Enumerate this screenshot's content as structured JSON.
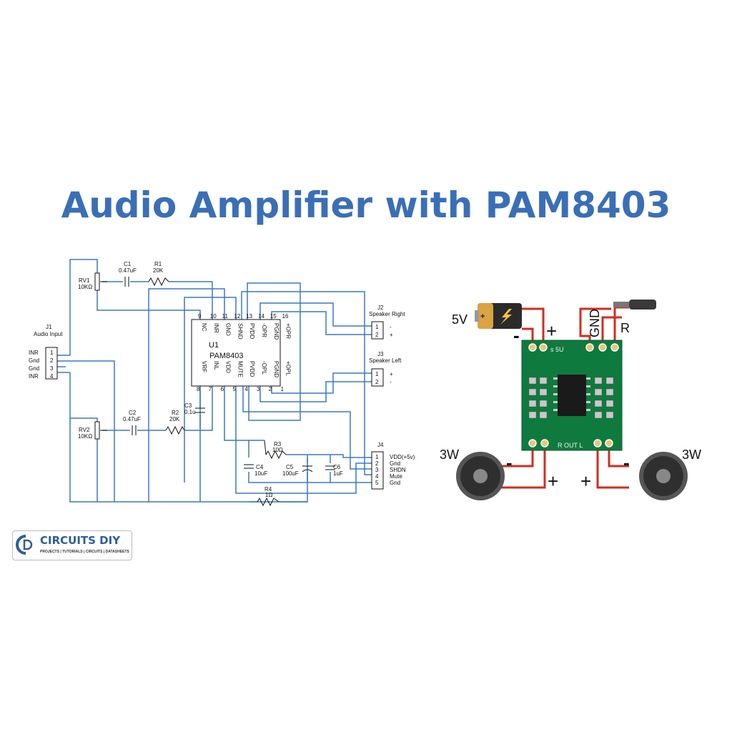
{
  "title": "Audio Amplifier with PAM8403",
  "schematic": {
    "ic_ref": "U1",
    "ic_name": "PAM8403",
    "top_pins": [
      {
        "num": "9",
        "name": "NC"
      },
      {
        "num": "10",
        "name": "INR"
      },
      {
        "num": "11",
        "name": "GND"
      },
      {
        "num": "12",
        "name": "SHND"
      },
      {
        "num": "13",
        "name": "PVDD"
      },
      {
        "num": "14",
        "name": "-OPR"
      },
      {
        "num": "15",
        "name": "PGND"
      },
      {
        "num": "16",
        "name": "+OPR"
      }
    ],
    "bottom_pins": [
      {
        "num": "8",
        "name": "VRF"
      },
      {
        "num": "7",
        "name": "INL"
      },
      {
        "num": "6",
        "name": "VDD"
      },
      {
        "num": "5",
        "name": "MUTE"
      },
      {
        "num": "4",
        "name": "PVDD"
      },
      {
        "num": "3",
        "name": "-OPL"
      },
      {
        "num": "2",
        "name": "PGND"
      },
      {
        "num": "1",
        "name": "+OPL"
      }
    ],
    "j1": {
      "ref": "J1",
      "label": "Audio Input",
      "pins": [
        "1",
        "2",
        "3",
        "4"
      ],
      "signals": [
        "INR",
        "Gnd",
        "Gnd",
        "INR"
      ]
    },
    "j2": {
      "ref": "J2",
      "label": "Speaker Right",
      "pins": [
        "1",
        "2"
      ],
      "signals": [
        "-",
        "+"
      ]
    },
    "j3": {
      "ref": "J3",
      "label": "Speaker Left",
      "pins": [
        "1",
        "2"
      ],
      "signals": [
        "+",
        "-"
      ]
    },
    "j4": {
      "ref": "J4",
      "pins": [
        "1",
        "2",
        "3",
        "4",
        "5"
      ],
      "signals": [
        "VDD(+5v)",
        "Gnd",
        "SHDN",
        "Mute",
        "Gnd"
      ]
    },
    "rv1": {
      "ref": "RV1",
      "value": "10KΩ"
    },
    "rv2": {
      "ref": "RV2",
      "value": "10KΩ"
    },
    "c1": {
      "ref": "C1",
      "value": "0.47uF"
    },
    "c2": {
      "ref": "C2",
      "value": "0.47uF"
    },
    "c3": {
      "ref": "C3",
      "value": "0.1u"
    },
    "c4": {
      "ref": "C4",
      "value": "10uF"
    },
    "c5": {
      "ref": "C5",
      "value": "100uF"
    },
    "c6": {
      "ref": "C6",
      "value": "1uF"
    },
    "r1": {
      "ref": "R1",
      "value": "20K"
    },
    "r2": {
      "ref": "R2",
      "value": "20K"
    },
    "r3": {
      "ref": "R3",
      "value": "10Ω"
    },
    "r4": {
      "ref": "R4",
      "value": "1Ω"
    }
  },
  "wiring": {
    "supply_label": "5V",
    "gnd_label": "GND",
    "r_label": "R",
    "minus": "-",
    "plus": "+",
    "speaker_left_power": "3W",
    "speaker_right_power": "3W",
    "board_top_text": "s 5U",
    "board_bottom_text": "R OUT L",
    "colors": {
      "wire": "#d62b1e",
      "board": "#0f7a3e",
      "title": "#3a6fb7",
      "schematic_wire": "#3a78c9"
    }
  },
  "logo": {
    "name": "CIRCUITS DIY",
    "tagline": "PROJECTS | TUTORIALS | CIRCUITS | DATASHEETS"
  }
}
